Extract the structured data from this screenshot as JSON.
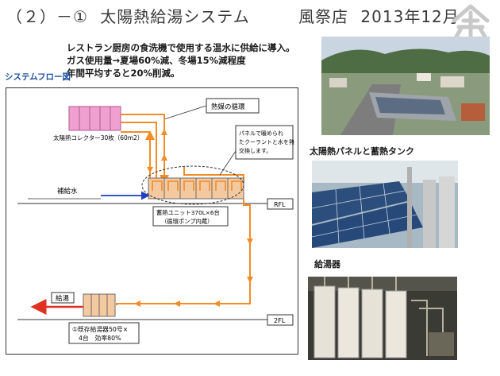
{
  "header": {
    "number": "（２）－①",
    "title": "太陽熱給湯システム",
    "location": "風祭店",
    "date": "2013年12月"
  },
  "intro": {
    "line1": "レストラン厨房の食洗機で使用する温水に供給に導入。",
    "line2": "ガス使用量→夏場60%減、冬場15%減程度",
    "line3": "年間平均すると20%削減。"
  },
  "diagram": {
    "label": "システムフロー図",
    "collector_label": "太陽熱コレクター30枚（60m2）",
    "circulation_label": "熱媒の循環",
    "note_line1": "パネルで暖められ",
    "note_line2": "たクーラントと水を熱",
    "note_line3": "交換します。",
    "supply_water": "補給水",
    "rfl": "RFL",
    "storage_line1": "蓄熱ユニット370L×6台",
    "storage_line2": "（循環ポンプ内蔵）",
    "hot_water": "給湯",
    "fl2": "2FL",
    "heater_line1": "①既存給湯器50号×",
    "heater_line2": "4台　効率80%"
  },
  "photos": {
    "panel_caption": "太陽熱パネルと蓄熱タンク",
    "heater_caption": "給湯器"
  },
  "colors": {
    "flow": "#f28c28",
    "supply": "#1f3fbf",
    "hot": "#e03020",
    "collector": "#f0a0d0",
    "storage": "#f5c9a0"
  }
}
